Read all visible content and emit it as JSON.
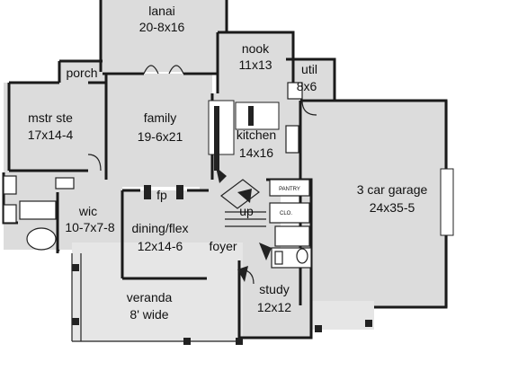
{
  "plan": {
    "rooms": [
      {
        "name": "lanai",
        "dims": "20-8x16"
      },
      {
        "name": "nook",
        "dims": "11x13"
      },
      {
        "name": "util",
        "dims": "8x6"
      },
      {
        "name": "porch"
      },
      {
        "name": "mstr ste",
        "dims": "17x14-4"
      },
      {
        "name": "family",
        "dims": "19-6x21"
      },
      {
        "name": "kitchen",
        "dims": "14x16"
      },
      {
        "name": "3 car garage",
        "dims": "24x35-5"
      },
      {
        "name": "wic",
        "dims": "10-7x7-8"
      },
      {
        "name": "fp"
      },
      {
        "name": "dining/flex",
        "dims": "12x14-6"
      },
      {
        "name": "up"
      },
      {
        "name": "foyer"
      },
      {
        "name": "study",
        "dims": "12x12"
      },
      {
        "name": "veranda",
        "dims": "8' wide"
      }
    ],
    "fixtures": {
      "pantry": "PANTRY",
      "closet": "CLO."
    },
    "colors": {
      "floor": "#dcdcdc",
      "wall": "#1a1a1a",
      "background": "#ffffff"
    }
  }
}
